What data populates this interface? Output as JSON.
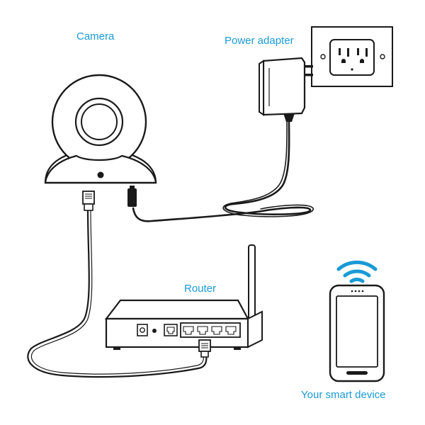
{
  "labels": {
    "camera": "Camera",
    "power_adapter": "Power adapter",
    "router": "Router",
    "smart_device": "Your smart device"
  },
  "colors": {
    "accent": "#1a9ad6",
    "line": "#1a1a1a",
    "background": "#ffffff"
  },
  "icons": {
    "camera": "camera-icon",
    "power_adapter": "power-adapter-icon",
    "wall_outlet": "wall-outlet-icon",
    "router": "router-icon",
    "smartphone": "smartphone-icon",
    "wifi": "wifi-icon",
    "ethernet_plug": "ethernet-plug-icon",
    "dc_plug": "dc-plug-icon"
  }
}
